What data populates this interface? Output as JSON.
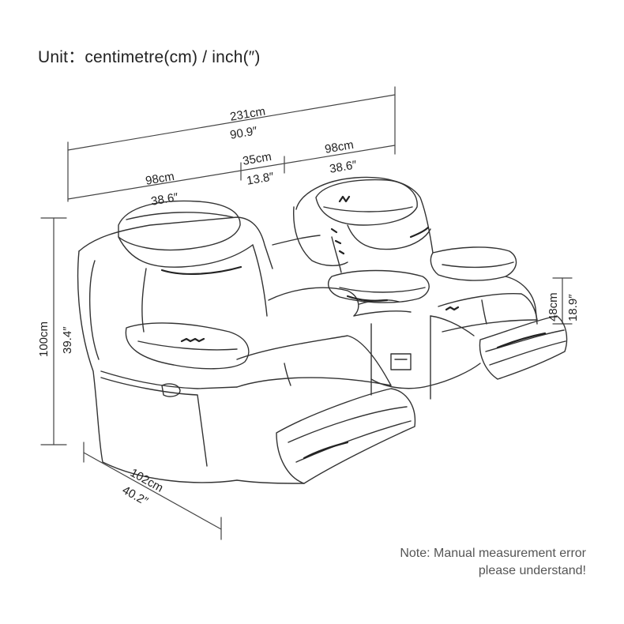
{
  "header": {
    "unit_label": "Unit：centimetre(cm) / inch(″)"
  },
  "dimensions": {
    "total_width_cm": "231cm",
    "total_width_in": "90.9″",
    "seat_left_cm": "98cm",
    "seat_left_in": "38.6″",
    "console_cm": "35cm",
    "console_in": "13.8″",
    "seat_right_cm": "98cm",
    "seat_right_in": "38.6″",
    "height_cm": "100cm",
    "height_in": "39.4″",
    "depth_cm": "102cm",
    "depth_in": "40.2″",
    "seat_height_cm": "48cm",
    "seat_height_in": "18.9″"
  },
  "note": {
    "line1": "Note: Manual measurement error",
    "line2": "please understand!"
  }
}
